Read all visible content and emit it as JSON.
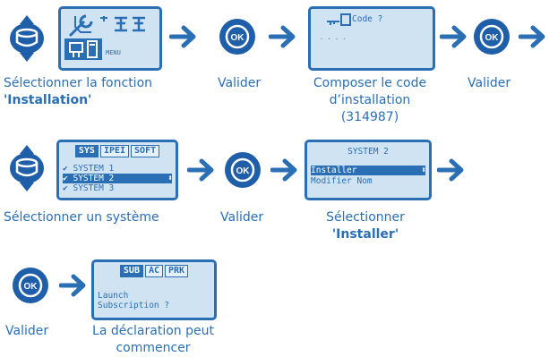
{
  "colors": {
    "primary": "#2a6fb4",
    "screen_bg": "#cfe3f3",
    "button_fill": "#1f5ea8"
  },
  "ok_label": "OK",
  "screen1": {
    "grid_label": "MENU",
    "icons": [
      "wrench-icon",
      "antenna-icon",
      "phone-icon",
      "tool-icon"
    ]
  },
  "screen2": {
    "title": "Code ?",
    "dots": "· · · ·"
  },
  "screen3": {
    "tabs": [
      "SYS",
      "IPEI",
      "SOFT"
    ],
    "items": [
      "SYSTEM 1",
      "SYSTEM 2",
      "SYSTEM 3"
    ],
    "selected_index": 1
  },
  "screen4": {
    "title": "SYSTEM 2",
    "items": [
      "Installer",
      "Modifier Nom"
    ]
  },
  "screen5": {
    "tabs": [
      "SUB",
      "AC",
      "PRK"
    ],
    "line1": "Launch",
    "line2": "Subscription ?"
  },
  "captions": {
    "c1_line1": "Sélectionner la fonction",
    "c1_line2": "'Installation'",
    "valider": "Valider",
    "c2_line1": "Composer le code",
    "c2_line2": "d’installation",
    "c2_line3": "(314987)",
    "c3": "Sélectionner un système",
    "c4_line1": "Sélectionner",
    "c4_line2": "'Installer'",
    "c5_line1": "La déclaration peut",
    "c5_line2": "commencer"
  }
}
